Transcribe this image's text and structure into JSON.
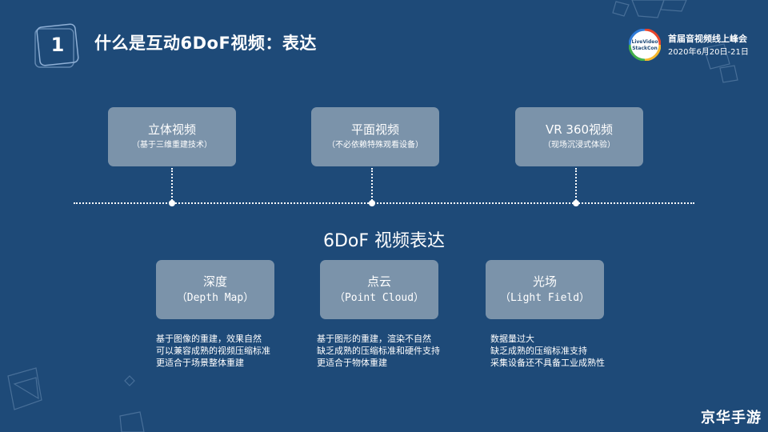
{
  "slide": {
    "number": "1",
    "title": "什么是互动6DoF视频：表达"
  },
  "event": {
    "logo_line1": "LiveVideo",
    "logo_line2": "StackCon",
    "name": "首届音视频线上峰会",
    "date": "2020年6月20日-21日"
  },
  "top_boxes": [
    {
      "main": "立体视频",
      "sub": "（基于三维重建技术）"
    },
    {
      "main": "平面视频",
      "sub": "（不必依赖特殊观看设备）"
    },
    {
      "main": "VR 360视频",
      "sub": "（现场沉浸式体验）"
    }
  ],
  "center_label": "6DoF 视频表达",
  "bottom_boxes": [
    {
      "main": "深度",
      "sub": "（Depth Map）"
    },
    {
      "main": "点云",
      "sub": "（Point Cloud）"
    },
    {
      "main": "光场",
      "sub": "（Light Field）"
    }
  ],
  "descriptions": [
    {
      "lines": [
        "基于图像的重建，效果自然",
        "可以兼容成熟的视频压缩标准",
        "更适合于场景整体重建"
      ]
    },
    {
      "lines": [
        "基于图形的重建，渲染不自然",
        "缺乏成熟的压缩标准和硬件支持",
        "更适合于物体重建"
      ]
    },
    {
      "lines": [
        "数据量过大",
        "缺乏成熟的压缩标准支持",
        "采集设备还不具备工业成熟性"
      ]
    }
  ],
  "watermark": "京华手游",
  "colors": {
    "background": "#1e4a78",
    "box": "#7b93aa",
    "text": "#ffffff"
  }
}
